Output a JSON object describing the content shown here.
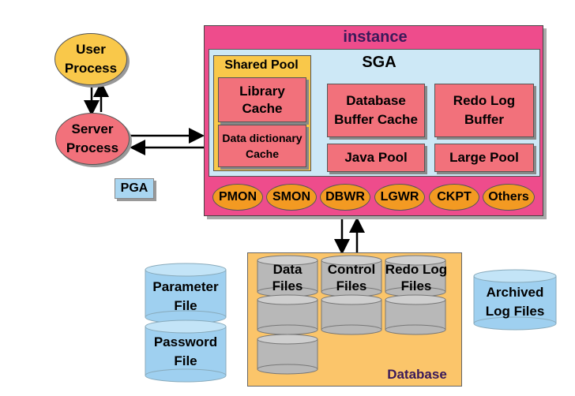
{
  "user_process": "User\nProcess",
  "server_process": "Server\nProcess",
  "pga": "PGA",
  "instance": {
    "title": "instance",
    "sga": "SGA",
    "shared_pool": "Shared Pool",
    "library_cache": "Library\nCache",
    "data_dictionary_cache": "Data dictionary\nCache",
    "database_buffer_cache": "Database\nBuffer Cache",
    "redo_log_buffer": "Redo Log\nBuffer",
    "java_pool": "Java Pool",
    "large_pool": "Large Pool",
    "processes": [
      "PMON",
      "SMON",
      "DBWR",
      "LGWR",
      "CKPT",
      "Others"
    ]
  },
  "database": {
    "label": "Database",
    "files": [
      "Data\nFiles",
      "Control\nFiles",
      "Redo Log\nFiles"
    ]
  },
  "parameter_file": "Parameter\nFile",
  "password_file": "Password\nFile",
  "archived_log_files": "Archived\nLog Files",
  "colors": {
    "instance": "#ee4c8c",
    "sga": "#cde8f6",
    "shared_pool": "#f9c84a",
    "cache_box": "#f2717b",
    "process": "#f39a22",
    "database": "#fbc56a",
    "file_cylinder": "#9fd0f0"
  }
}
